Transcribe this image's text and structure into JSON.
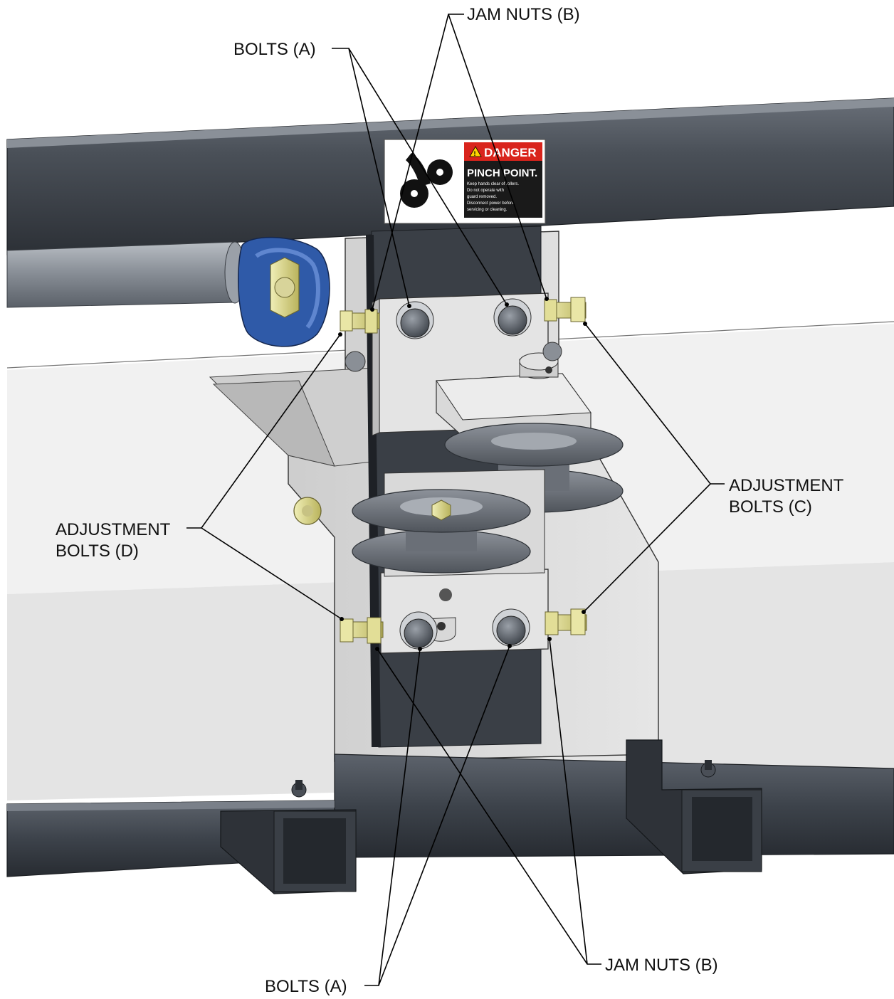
{
  "figure": {
    "callouts": {
      "jam_nuts_top": "JAM NUTS (B)",
      "bolts_top": "BOLTS (A)",
      "adjustment_c": [
        "ADJUSTMENT",
        "BOLTS (C)"
      ],
      "adjustment_d": [
        "ADJUSTMENT",
        "BOLTS (D)"
      ],
      "jam_nuts_bottom": "JAM NUTS (B)",
      "bolts_bottom": "BOLTS (A)"
    },
    "decal": {
      "header": "DANGER",
      "title": "PINCH POINT.",
      "lines": [
        "Keep hands clear of rollers.",
        "Do not operate with",
        "guard removed.",
        "Disconnect power before",
        "servicing or cleaning."
      ],
      "header_color": "#d9241c",
      "background_color": "#1a1a1a"
    },
    "colors": {
      "frame_dark": "#3d434b",
      "plate_light": "#dcdcdc",
      "hardware_yellow": "#dcd888",
      "pivot_blue": "#2f5aa8",
      "leader_line": "#000000"
    }
  }
}
